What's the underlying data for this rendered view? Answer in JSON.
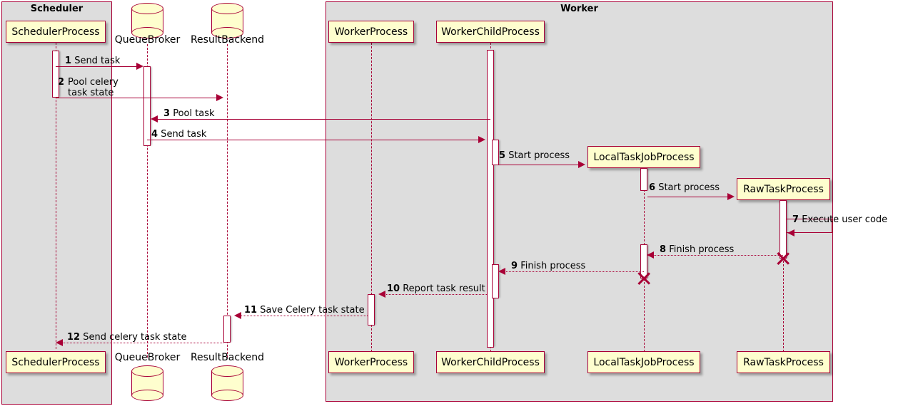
{
  "diagram": {
    "type": "sequence-diagram",
    "title": "",
    "colors": {
      "participant_fill": "#FEFECE",
      "border": "#A80036",
      "group_fill": "#DDDDDD",
      "text": "#000000"
    }
  },
  "groups": [
    {
      "id": "scheduler",
      "label": "Scheduler"
    },
    {
      "id": "worker",
      "label": "Worker"
    }
  ],
  "participants": [
    {
      "id": "scheduler-process",
      "label": "SchedulerProcess",
      "kind": "participant",
      "group": "scheduler"
    },
    {
      "id": "queue-broker",
      "label": "QueueBroker",
      "kind": "database",
      "group": null
    },
    {
      "id": "result-backend",
      "label": "ResultBackend",
      "kind": "database",
      "group": null
    },
    {
      "id": "worker-process",
      "label": "WorkerProcess",
      "kind": "participant",
      "group": "worker"
    },
    {
      "id": "worker-child-process",
      "label": "WorkerChildProcess",
      "kind": "participant",
      "group": "worker"
    },
    {
      "id": "local-task-job-process",
      "label": "LocalTaskJobProcess",
      "kind": "participant",
      "group": "worker"
    },
    {
      "id": "raw-task-process",
      "label": "RawTaskProcess",
      "kind": "participant",
      "group": "worker"
    }
  ],
  "messages": [
    {
      "seq": "1",
      "text": "Send task",
      "from": "scheduler-process",
      "to": "queue-broker",
      "style": "solid"
    },
    {
      "seq": "2",
      "text": "Pool celery\ntask state",
      "from": "scheduler-process",
      "to": "result-backend",
      "style": "solid"
    },
    {
      "seq": "3",
      "text": "Pool task",
      "from": "worker-child-process",
      "to": "queue-broker",
      "style": "solid"
    },
    {
      "seq": "4",
      "text": "Send task",
      "from": "queue-broker",
      "to": "worker-child-process",
      "style": "solid"
    },
    {
      "seq": "5",
      "text": "Start process",
      "from": "worker-child-process",
      "to": "local-task-job-process",
      "style": "solid"
    },
    {
      "seq": "6",
      "text": "Start process",
      "from": "local-task-job-process",
      "to": "raw-task-process",
      "style": "solid"
    },
    {
      "seq": "7",
      "text": "Execute user code",
      "from": "raw-task-process",
      "to": "raw-task-process",
      "style": "solid"
    },
    {
      "seq": "8",
      "text": "Finish process",
      "from": "raw-task-process",
      "to": "local-task-job-process",
      "style": "dotted"
    },
    {
      "seq": "9",
      "text": "Finish process",
      "from": "local-task-job-process",
      "to": "worker-child-process",
      "style": "dotted"
    },
    {
      "seq": "10",
      "text": "Report task result",
      "from": "worker-child-process",
      "to": "worker-process",
      "style": "dotted"
    },
    {
      "seq": "11",
      "text": "Save Celery task state",
      "from": "worker-process",
      "to": "result-backend",
      "style": "dotted"
    },
    {
      "seq": "12",
      "text": "Send celery task state",
      "from": "result-backend",
      "to": "scheduler-process",
      "style": "dotted"
    }
  ],
  "labels": {
    "m1": {
      "seq": "1",
      "text": "Send task"
    },
    "m2": {
      "seq": "2",
      "text_line1": "Pool celery",
      "text_line2": "task state"
    },
    "m3": {
      "seq": "3",
      "text": "Pool task"
    },
    "m4": {
      "seq": "4",
      "text": "Send task"
    },
    "m5": {
      "seq": "5",
      "text": "Start process"
    },
    "m6": {
      "seq": "6",
      "text": "Start process"
    },
    "m7": {
      "seq": "7",
      "text": "Execute user code"
    },
    "m8": {
      "seq": "8",
      "text": "Finish process"
    },
    "m9": {
      "seq": "9",
      "text": "Finish process"
    },
    "m10": {
      "seq": "10",
      "text": "Report task result"
    },
    "m11": {
      "seq": "11",
      "text": "Save Celery task state"
    },
    "m12": {
      "seq": "12",
      "text": "Send celery task state"
    }
  },
  "destroyed": [
    {
      "participant": "raw-task-process"
    },
    {
      "participant": "local-task-job-process"
    }
  ]
}
